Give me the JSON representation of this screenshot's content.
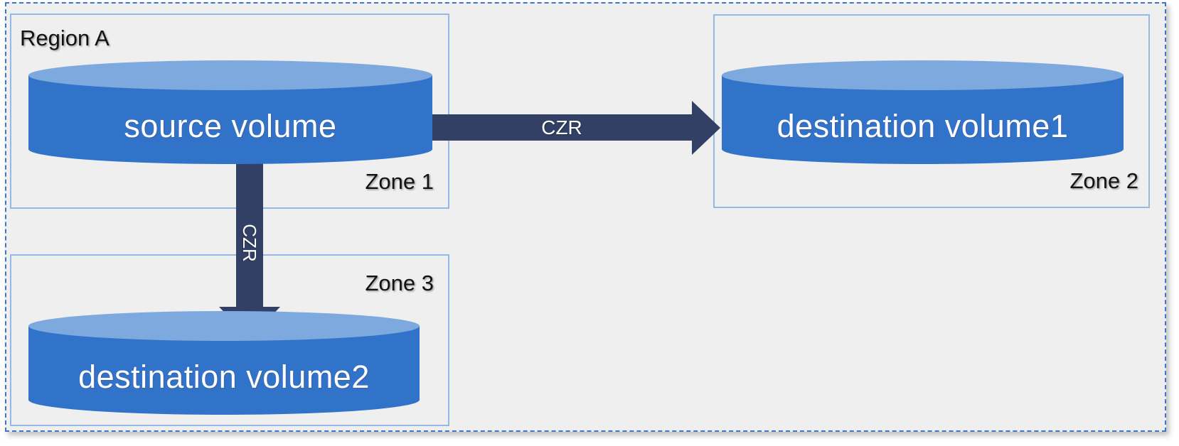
{
  "diagram": {
    "region": {
      "label": "Region A"
    },
    "zones": [
      {
        "label": "Zone 1"
      },
      {
        "label": "Zone 2"
      },
      {
        "label": "Zone 3"
      }
    ],
    "volumes": [
      {
        "label": "source volume",
        "zone": "Zone 1"
      },
      {
        "label": "destination volume1",
        "zone": "Zone 2"
      },
      {
        "label": "destination volume2",
        "zone": "Zone 3"
      }
    ],
    "arrows": [
      {
        "label": "CZR",
        "from": "source volume",
        "to": "destination volume1",
        "direction": "right"
      },
      {
        "label": "CZR",
        "from": "source volume",
        "to": "destination volume2",
        "direction": "down"
      }
    ],
    "colors": {
      "cylinder_body": "#3273ca",
      "cylinder_top": "#7da9df",
      "arrow": "#314064",
      "zone_border": "#93b9e4",
      "region_border": "#3f76c9",
      "region_background": "#efeff0"
    }
  }
}
